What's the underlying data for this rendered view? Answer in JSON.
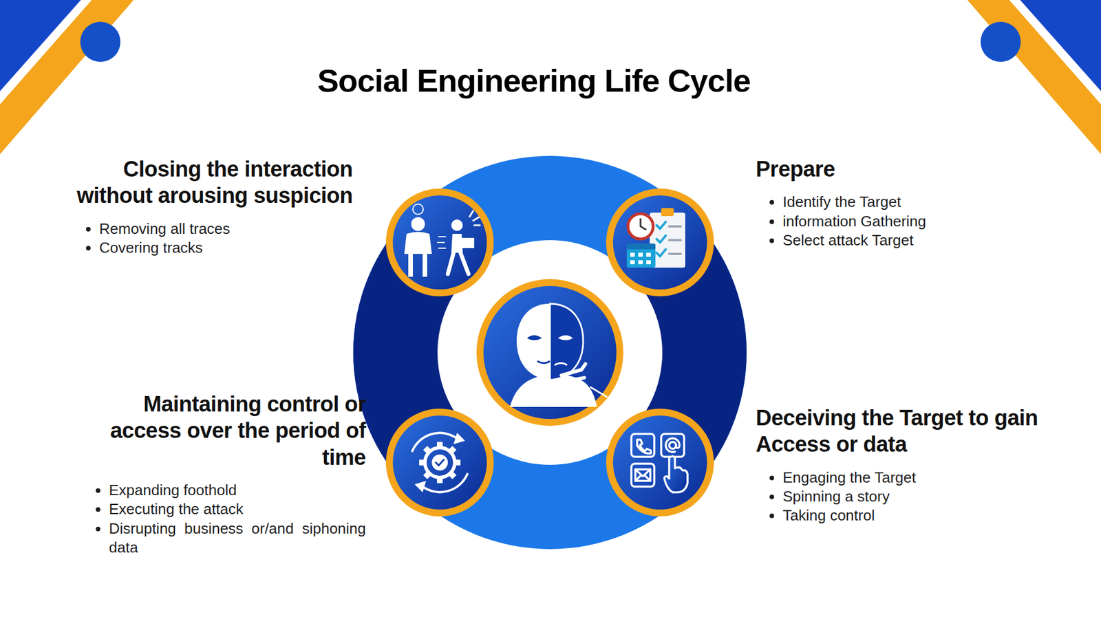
{
  "diagram": {
    "title": "Social Engineering Life Cycle",
    "nodes": [
      {
        "text": [
          "Closing the interaction without arousing suspicion",
          "Removing all traces",
          "Covering tracks"
        ]
      },
      {
        "text": [
          "Prepare",
          "Identify the Target",
          "information Gathering",
          "Select attack Target"
        ]
      },
      {
        "text": [
          "Maintaining control or access over the period of time",
          "Expanding foothold",
          "Executing the attack",
          "Disrupting business or/and siphoning data"
        ]
      },
      {
        "text": [
          "Deceiving the Target to gain Access or data",
          "Engaging the Target",
          "Spinning a story",
          "Taking control"
        ]
      }
    ]
  }
}
